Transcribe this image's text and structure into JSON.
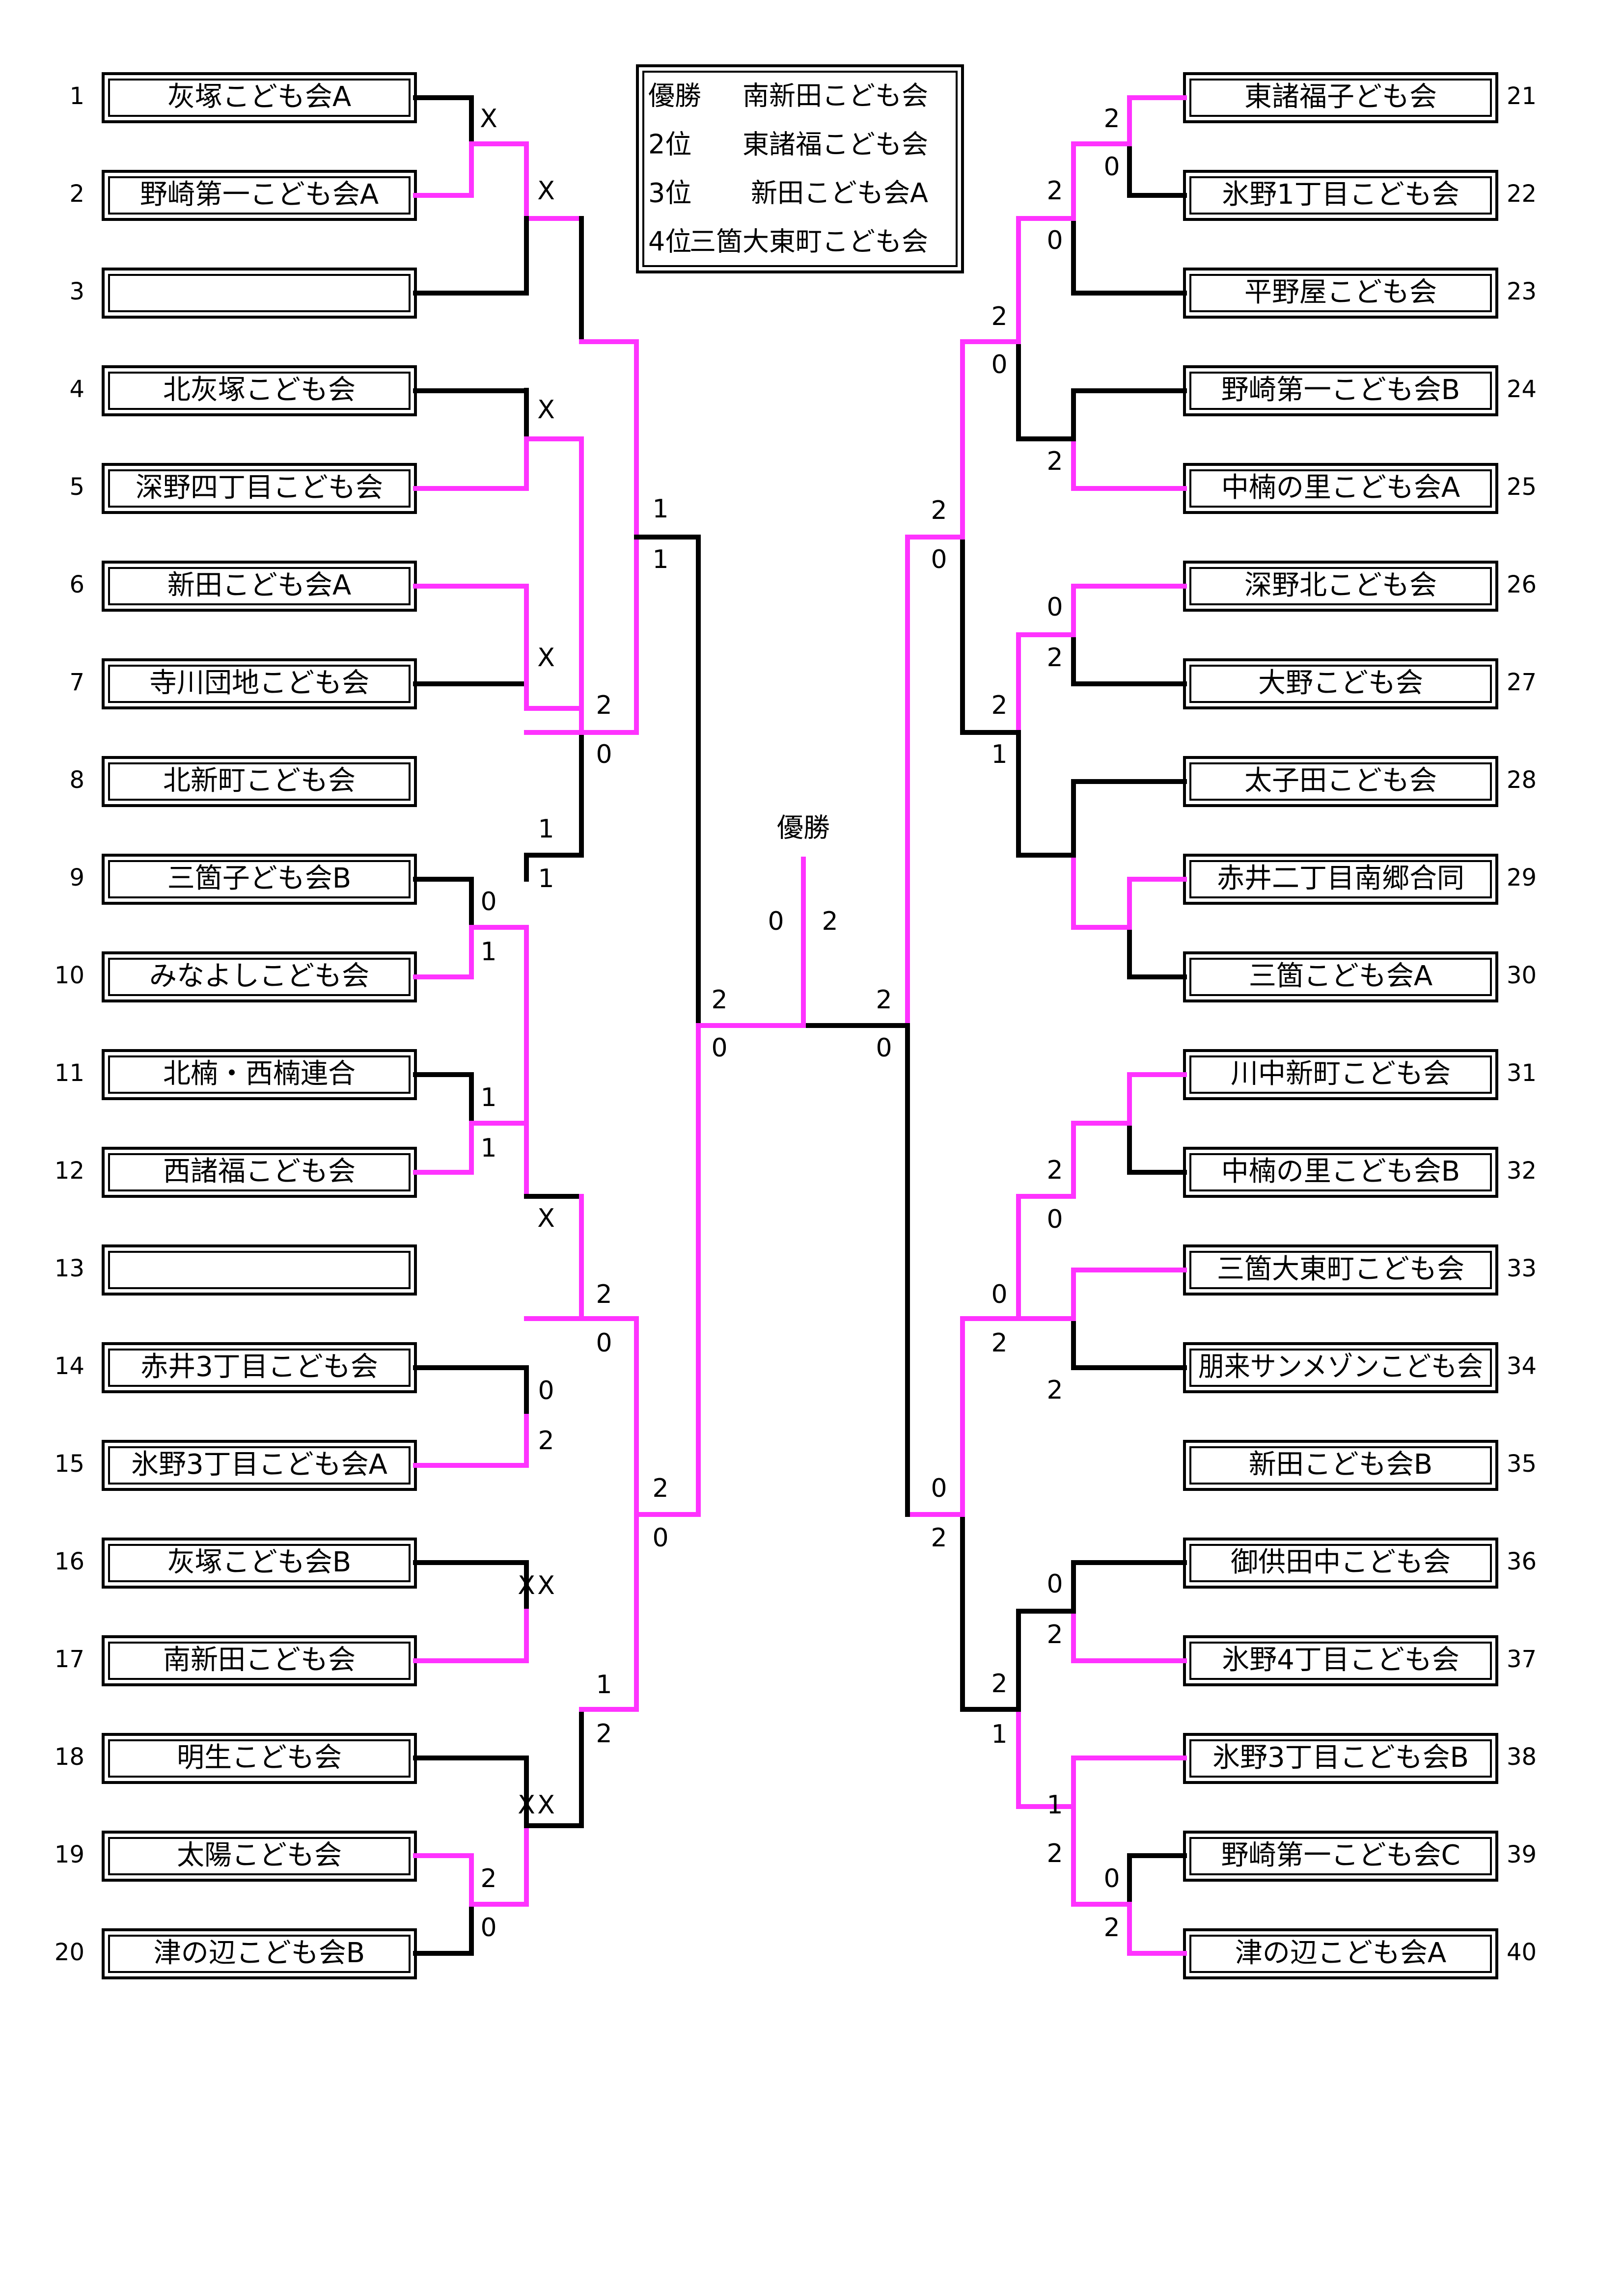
{
  "colors": {
    "winner": "#ff33ff",
    "line": "#000000"
  },
  "results": [
    {
      "place": "優勝",
      "team": "南新田こども会"
    },
    {
      "place": "2位",
      "team": "東諸福こども会"
    },
    {
      "place": "3位",
      "team": "新田こども会A"
    },
    {
      "place": "4位",
      "team": "三箇大東町こども会"
    }
  ],
  "champion_label": "優勝",
  "final_scores": [
    "2",
    "0"
  ],
  "teams": [
    {
      "num": "1",
      "name": "灰塚こども会A"
    },
    {
      "num": "2",
      "name": "野崎第一こども会A"
    },
    {
      "num": "3",
      "name": ""
    },
    {
      "num": "4",
      "name": "北灰塚こども会"
    },
    {
      "num": "5",
      "name": "深野四丁目こども会"
    },
    {
      "num": "6",
      "name": "新田こども会A"
    },
    {
      "num": "7",
      "name": "寺川団地こども会"
    },
    {
      "num": "8",
      "name": "北新町こども会"
    },
    {
      "num": "9",
      "name": "三箇子ども会B"
    },
    {
      "num": "10",
      "name": "みなよしこども会"
    },
    {
      "num": "11",
      "name": "北楠・西楠連合"
    },
    {
      "num": "12",
      "name": "西諸福こども会"
    },
    {
      "num": "13",
      "name": ""
    },
    {
      "num": "14",
      "name": "赤井3丁目こども会"
    },
    {
      "num": "15",
      "name": "氷野3丁目こども会A"
    },
    {
      "num": "16",
      "name": "灰塚こども会B"
    },
    {
      "num": "17",
      "name": "南新田こども会"
    },
    {
      "num": "18",
      "name": "明生こども会"
    },
    {
      "num": "19",
      "name": "太陽こども会"
    },
    {
      "num": "20",
      "name": "津の辺こども会B"
    },
    {
      "num": "21",
      "name": "東諸福子ども会"
    },
    {
      "num": "22",
      "name": "氷野1丁目こども会"
    },
    {
      "num": "23",
      "name": "平野屋こども会"
    },
    {
      "num": "24",
      "name": "野崎第一こども会B"
    },
    {
      "num": "25",
      "name": "中楠の里こども会A"
    },
    {
      "num": "26",
      "name": "深野北こども会"
    },
    {
      "num": "27",
      "name": "大野こども会"
    },
    {
      "num": "28",
      "name": "太子田こども会"
    },
    {
      "num": "29",
      "name": "赤井二丁目南郷合同"
    },
    {
      "num": "30",
      "name": "三箇こども会A"
    },
    {
      "num": "31",
      "name": "川中新町こども会"
    },
    {
      "num": "32",
      "name": "中楠の里こども会B"
    },
    {
      "num": "33",
      "name": "三箇大東町こども会"
    },
    {
      "num": "34",
      "name": "朋来サンメゾンこども会"
    },
    {
      "num": "35",
      "name": "新田こども会B"
    },
    {
      "num": "36",
      "name": "御供田中こども会"
    },
    {
      "num": "37",
      "name": "氷野4丁目こども会"
    },
    {
      "num": "38",
      "name": "氷野3丁目こども会B"
    },
    {
      "num": "39",
      "name": "野崎第一こども会C"
    },
    {
      "num": "40",
      "name": "津の辺こども会A"
    }
  ],
  "scores": [
    "X",
    "X",
    "X",
    "X",
    "X",
    "X",
    "X",
    "X",
    "X",
    "1",
    "1",
    "2",
    "0",
    "1",
    "1",
    "0",
    "1",
    "1",
    "1",
    "2",
    "0",
    "0",
    "2",
    "2",
    "0",
    "1",
    "2",
    "2",
    "0",
    "2",
    "0",
    "0",
    "2",
    "2",
    "0",
    "2",
    "0",
    "2",
    "0",
    "2",
    "0",
    "2",
    "0",
    "2",
    "0",
    "2",
    "2",
    "1",
    "2",
    "0",
    "0",
    "2",
    "2",
    "0",
    "2",
    "2",
    "1",
    "0",
    "2",
    "1",
    "2",
    "0",
    "2",
    "2",
    "0"
  ]
}
